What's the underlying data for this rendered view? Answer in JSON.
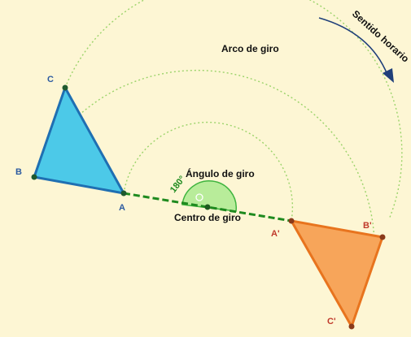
{
  "labels": {
    "arc_label": "Arco de giro",
    "direction_label": "Sentido horario",
    "angle_label": "Ángulo de giro",
    "center_label": "Centro de giro",
    "angle_value": "180°"
  },
  "points": {
    "A": "A",
    "B": "B",
    "C": "C",
    "A_prime": "A'",
    "B_prime": "B'",
    "C_prime": "C'"
  },
  "colors": {
    "background": "#fdf6d4",
    "original_fill": "#4cc9e8",
    "original_stroke": "#1f6fb2",
    "image_fill": "#f7a55a",
    "image_stroke": "#e8741e",
    "arc_color": "#9bd36a",
    "center_color": "#1e8a1e",
    "arrow_color": "#1f3f7a"
  }
}
